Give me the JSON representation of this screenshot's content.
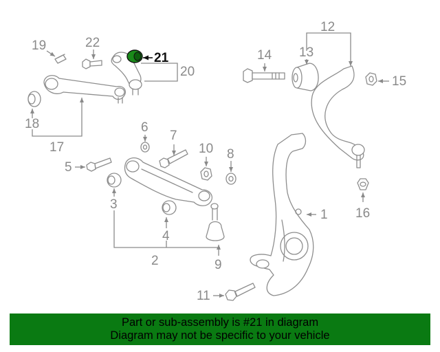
{
  "diagram": {
    "highlight_color": "#1a8a1a",
    "callouts": [
      {
        "id": "c1",
        "text": "1"
      },
      {
        "id": "c2",
        "text": "2"
      },
      {
        "id": "c3",
        "text": "3"
      },
      {
        "id": "c4",
        "text": "4"
      },
      {
        "id": "c5",
        "text": "5"
      },
      {
        "id": "c6",
        "text": "6"
      },
      {
        "id": "c7",
        "text": "7"
      },
      {
        "id": "c8",
        "text": "8"
      },
      {
        "id": "c9",
        "text": "9"
      },
      {
        "id": "c10",
        "text": "10"
      },
      {
        "id": "c11",
        "text": "11"
      },
      {
        "id": "c12",
        "text": "12"
      },
      {
        "id": "c13",
        "text": "13"
      },
      {
        "id": "c14",
        "text": "14"
      },
      {
        "id": "c15",
        "text": "15"
      },
      {
        "id": "c16",
        "text": "16"
      },
      {
        "id": "c17",
        "text": "17"
      },
      {
        "id": "c18",
        "text": "18"
      },
      {
        "id": "c19",
        "text": "19"
      },
      {
        "id": "c20",
        "text": "20"
      },
      {
        "id": "c21",
        "text": "21"
      },
      {
        "id": "c22",
        "text": "22"
      }
    ]
  },
  "footer": {
    "line1": "Part or sub-assembly is #21 in diagram",
    "line2": "Diagram may not be specific to your vehicle",
    "background": "#0a7a12"
  }
}
